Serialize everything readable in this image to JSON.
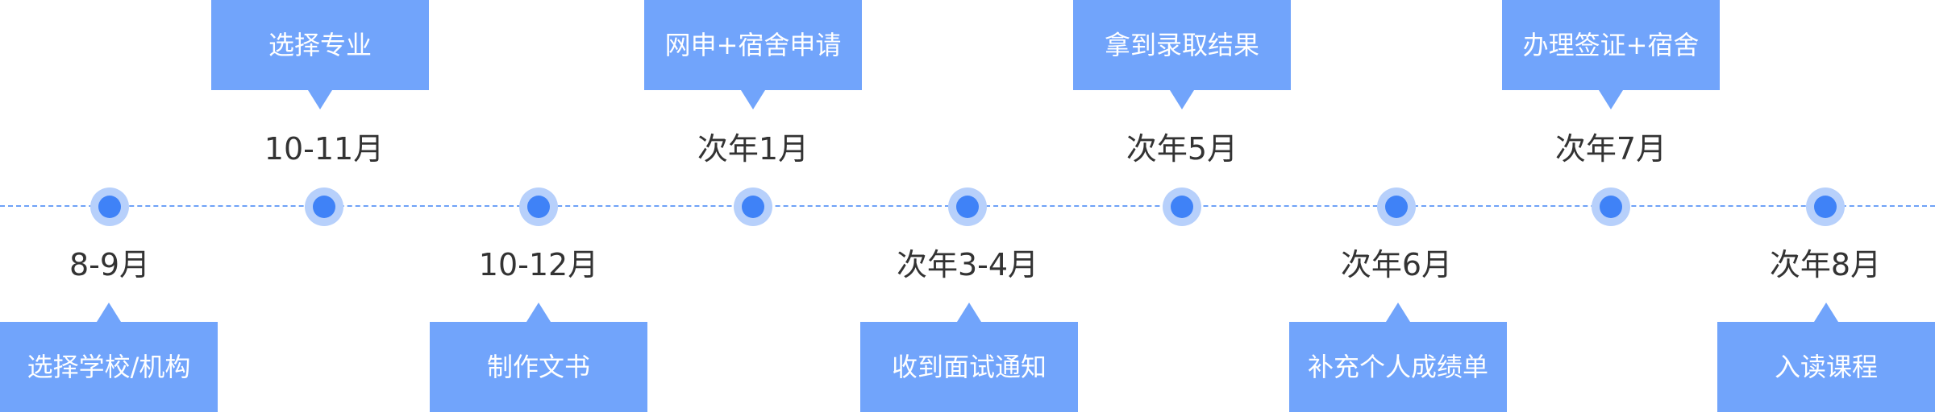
{
  "timeline": {
    "milestones": [
      {
        "date": "8-9月",
        "task": "选择学校/机构"
      },
      {
        "date": "10-11月",
        "task": "选择专业"
      },
      {
        "date": "10-12月",
        "task": "制作文书"
      },
      {
        "date": "次年1月",
        "task": "网申+宿舍申请"
      },
      {
        "date": "次年3-4月",
        "task": "收到面试通知"
      },
      {
        "date": "次年5月",
        "task": "拿到录取结果"
      },
      {
        "date": "次年6月",
        "task": "补充个人成绩单"
      },
      {
        "date": "次年7月",
        "task": "办理签证+宿舍"
      },
      {
        "date": "次年8月",
        "task": "入读课程"
      }
    ]
  }
}
